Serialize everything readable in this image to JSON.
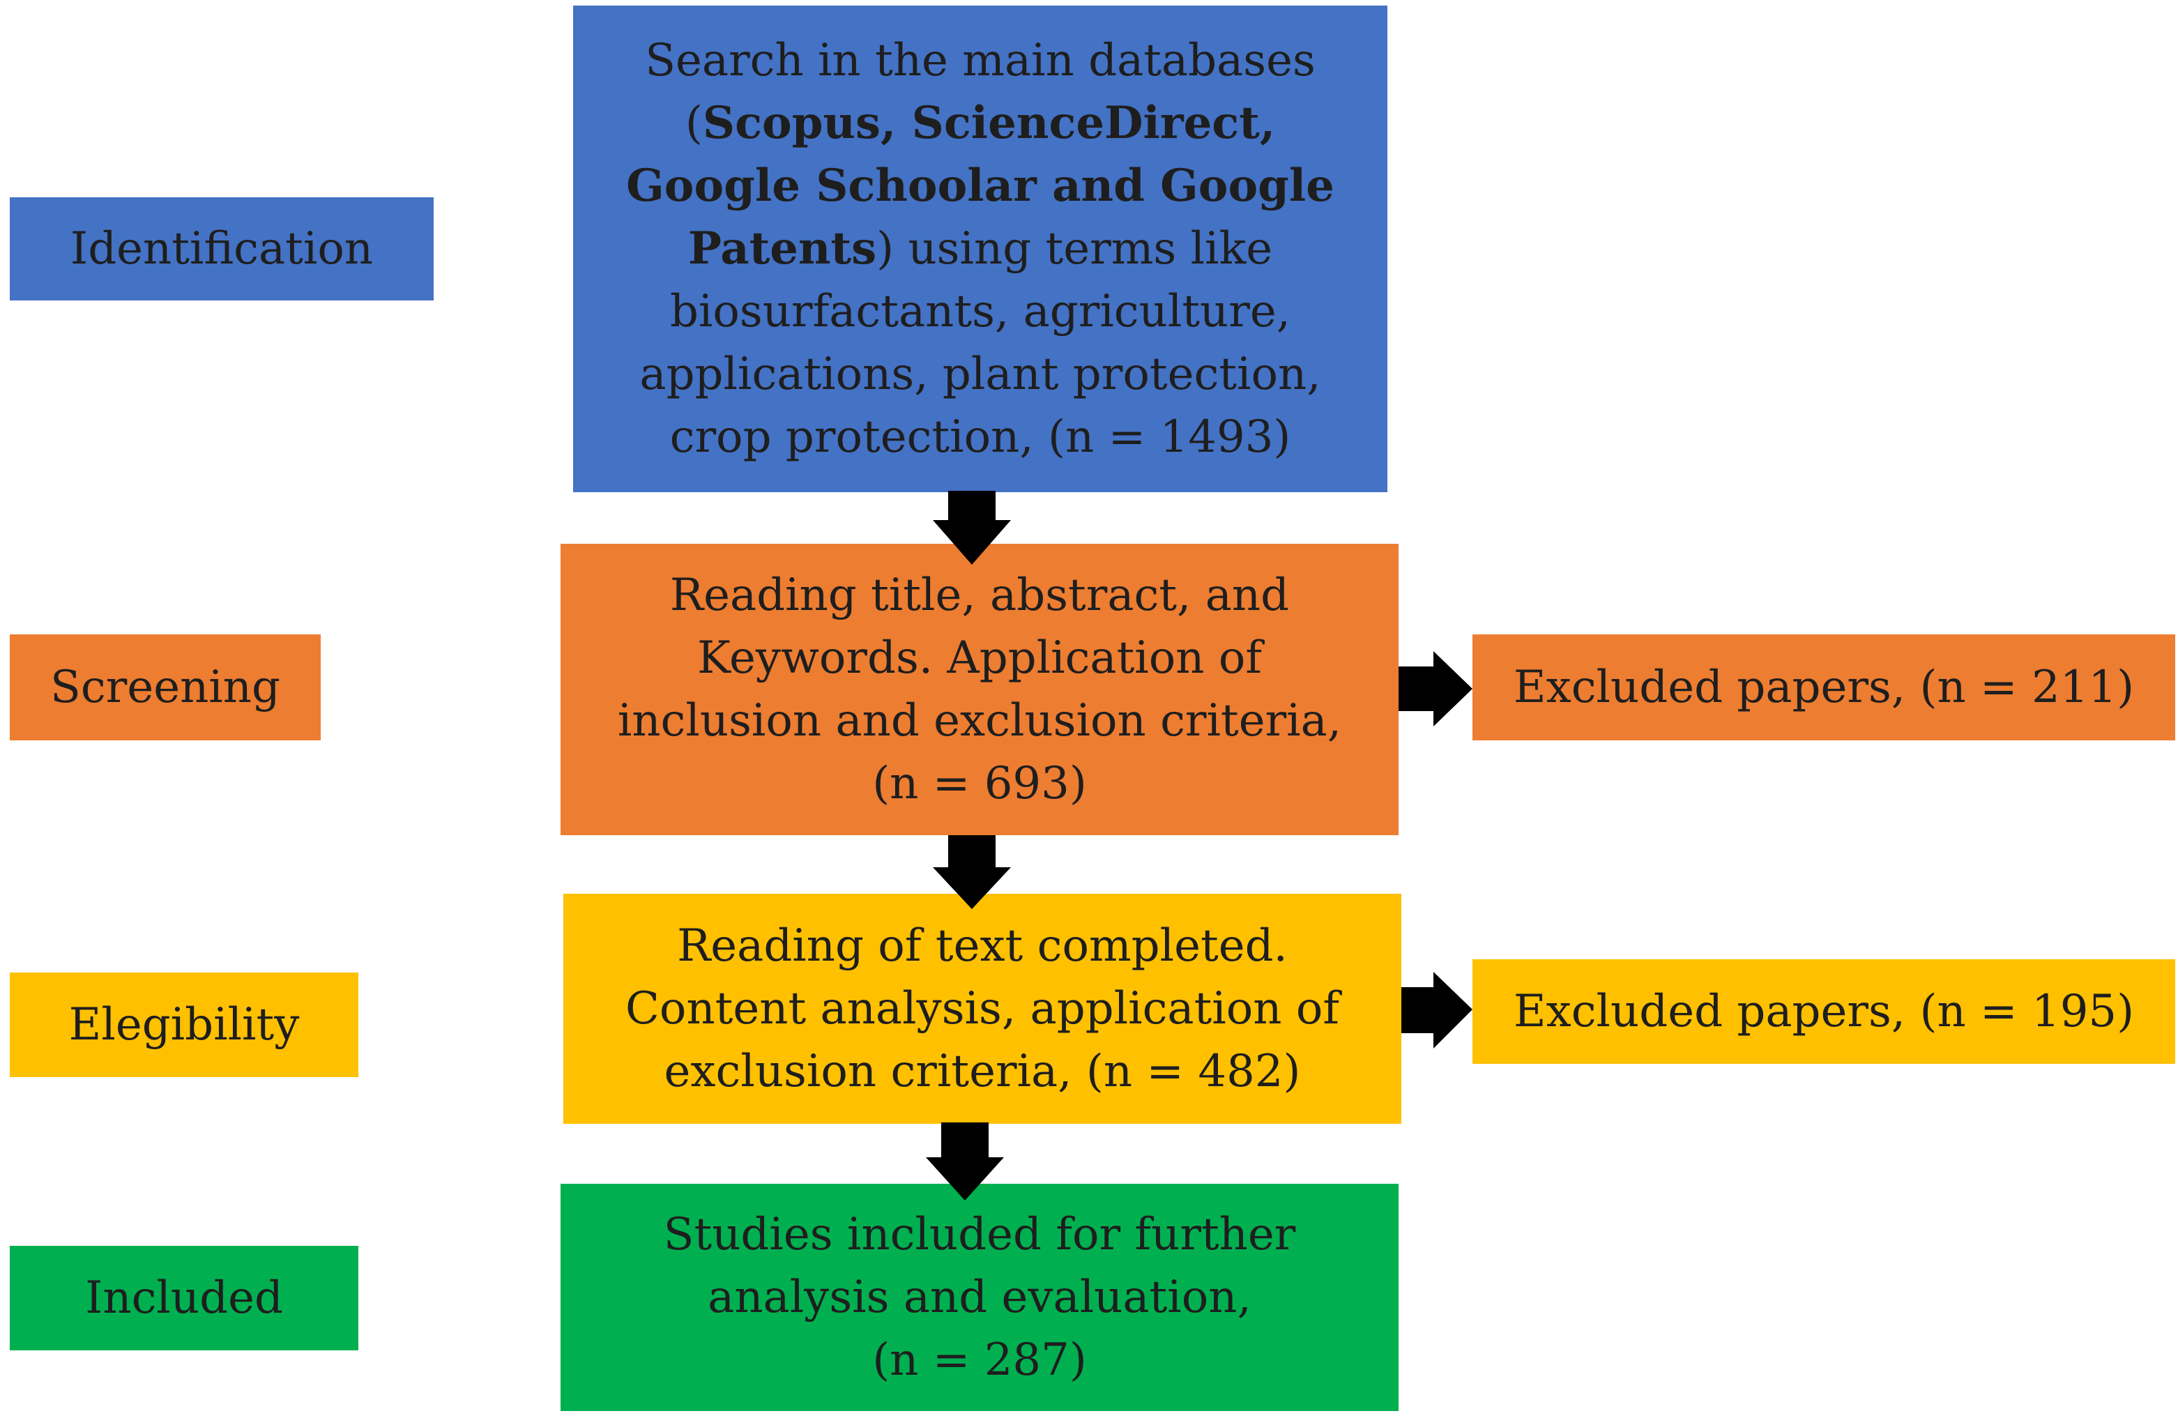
{
  "stages": {
    "identification": "Identification",
    "screening": "Screening",
    "eligibility": "Elegibility",
    "included": "Included"
  },
  "identification_box": {
    "l1": "Search in the main databases",
    "l2_open": "(",
    "l2_bold": "Scopus, ScienceDirect,",
    "l3_bold": "Google  Schoolar and Google",
    "l4_bold": "Patents",
    "l4_rest": ") using terms like",
    "l5": "biosurfactants, agriculture,",
    "l6": "applications, plant protection,",
    "l7": "crop protection, (n = 1493)"
  },
  "screening_box": {
    "l1": "Reading title, abstract, and",
    "l2": "Keywords.  Application of",
    "l3": "inclusion and exclusion criteria,",
    "l4": "(n = 693)"
  },
  "eligibility_box": {
    "l1": "Reading of text completed.",
    "l2": "Content analysis, application of",
    "l3": "exclusion criteria, (n = 482)"
  },
  "included_box": {
    "l1": "Studies included for further",
    "l2": "analysis and evaluation,",
    "l3": "(n = 287)"
  },
  "excluded_screening": "Excluded papers, (n = 211)",
  "excluded_eligibility": "Excluded papers, (n = 195)",
  "colors": {
    "identification": "#4472c4",
    "screening": "#ed7d31",
    "eligibility": "#ffc000",
    "included": "#00b050",
    "arrow": "#000000"
  }
}
